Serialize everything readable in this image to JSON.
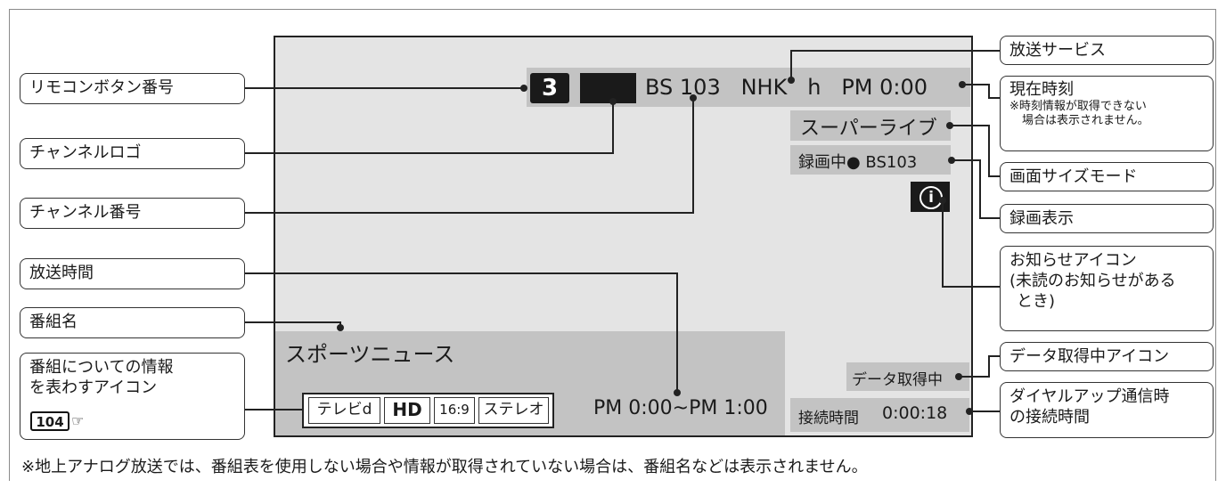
{
  "screen": {
    "channel_button": "3",
    "service_line": "BS 103   NHK   h   PM 0:00",
    "size_mode": "スーパーライブ",
    "recording": "録画中● BS103",
    "info_icon": "i",
    "program_name": "スポーツニュース",
    "program_time": "PM 0:00~PM 1:00",
    "data_status": "データ取得中",
    "connect_label": "接続時間",
    "connect_time": "0:00:18",
    "tags": [
      "テレビd",
      "HD",
      "16:9",
      "ステレオ"
    ]
  },
  "left_callouts": {
    "remote_button": "リモコンボタン番号",
    "channel_logo": "チャンネルロゴ",
    "channel_number": "チャンネル番号",
    "broadcast_time": "放送時間",
    "program_name": "番組名",
    "program_info_line1": "番組についての情報",
    "program_info_line2": "を表わすアイコン",
    "page_ref": "104",
    "page_ref_icon": "hand-pointer-icon"
  },
  "right_callouts": {
    "broadcast_service": "放送サービス",
    "current_time": "現在時刻",
    "current_time_note1": "※時刻情報が取得できない",
    "current_time_note2": "場合は表示されません。",
    "screen_size_mode": "画面サイズモード",
    "recording_display": "録画表示",
    "notice_icon_line1": "お知らせアイコン",
    "notice_icon_line2": "(未読のお知らせがある",
    "notice_icon_line3": "とき)",
    "data_icon": "データ取得中アイコン",
    "dialup_line1": "ダイヤルアップ通信時",
    "dialup_line2": "の接続時間"
  },
  "footnote": "※地上アナログ放送では、番組表を使用しない場合や情報が取得されていない場合は、番組名などは表示されません。"
}
